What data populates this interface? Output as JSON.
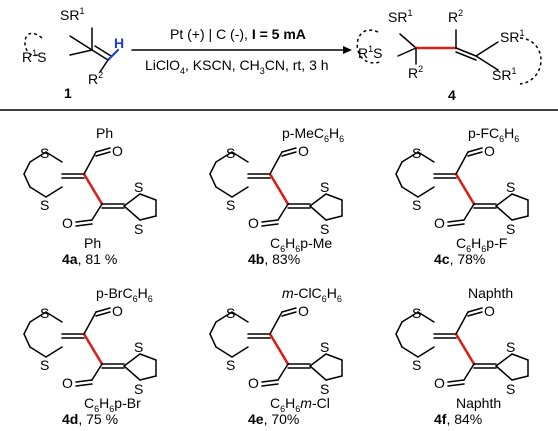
{
  "reaction": {
    "reactant_number": "1",
    "product_number": "4",
    "conditions_line1_a": "Pt (+) | C (-), ",
    "conditions_line1_b": "I = 5 mA",
    "conditions_line2_a": "LiClO",
    "conditions_line2_a_sub": "4",
    "conditions_line2_b": ", KSCN, CH",
    "conditions_line2_b_sub": "3",
    "conditions_line2_c": "CN, rt, 3 h",
    "atom_H": "H",
    "atom_S": "S",
    "group_SR": "SR",
    "group_R": "R",
    "group_R1S": "R",
    "sup_1": "1",
    "sup_2": "2",
    "colors": {
      "new_bond": "#d8201c",
      "hydrogen": "#1f3fd0"
    }
  },
  "compounds": [
    {
      "id": "4a",
      "yield": ", 81 %",
      "top": "Ph",
      "bottom": "Ph"
    },
    {
      "id": "4b",
      "yield": ",  83%",
      "top_a": "p-MeC",
      "top_sub": "6",
      "top_b": "H",
      "top_sub2": "6",
      "bottom_a": "C",
      "bottom_sub": "6",
      "bottom_b": "H",
      "bottom_sub2": "6",
      "bottom_c": "p-Me"
    },
    {
      "id": "4c",
      "yield": ", 78%",
      "top_a": "p-FC",
      "top_sub": "6",
      "top_b": "H",
      "top_sub2": "6",
      "bottom_a": "C",
      "bottom_sub": "6",
      "bottom_b": "H",
      "bottom_sub2": "6",
      "bottom_c": "p-F"
    },
    {
      "id": "4d",
      "yield": ", 75 %",
      "top_a": "p-BrC",
      "top_sub": "6",
      "top_b": "H",
      "top_sub2": "6",
      "bottom_a": "C",
      "bottom_sub": "6",
      "bottom_b": "H",
      "bottom_sub2": "6",
      "bottom_c": "p-Br"
    },
    {
      "id": "4e",
      "yield": ", 70%",
      "top_a": "m",
      "top_a2": "-ClC",
      "top_sub": "6",
      "top_b": "H",
      "top_sub2": "6",
      "bottom_a": "C",
      "bottom_sub": "6",
      "bottom_b": "H",
      "bottom_sub2": "6",
      "bottom_c": "m",
      "bottom_c2": "-Cl"
    },
    {
      "id": "4f",
      "yield": ", 84%",
      "top": "Naphth",
      "bottom": "Naphth"
    }
  ],
  "atoms": {
    "S": "S",
    "O": "O"
  }
}
